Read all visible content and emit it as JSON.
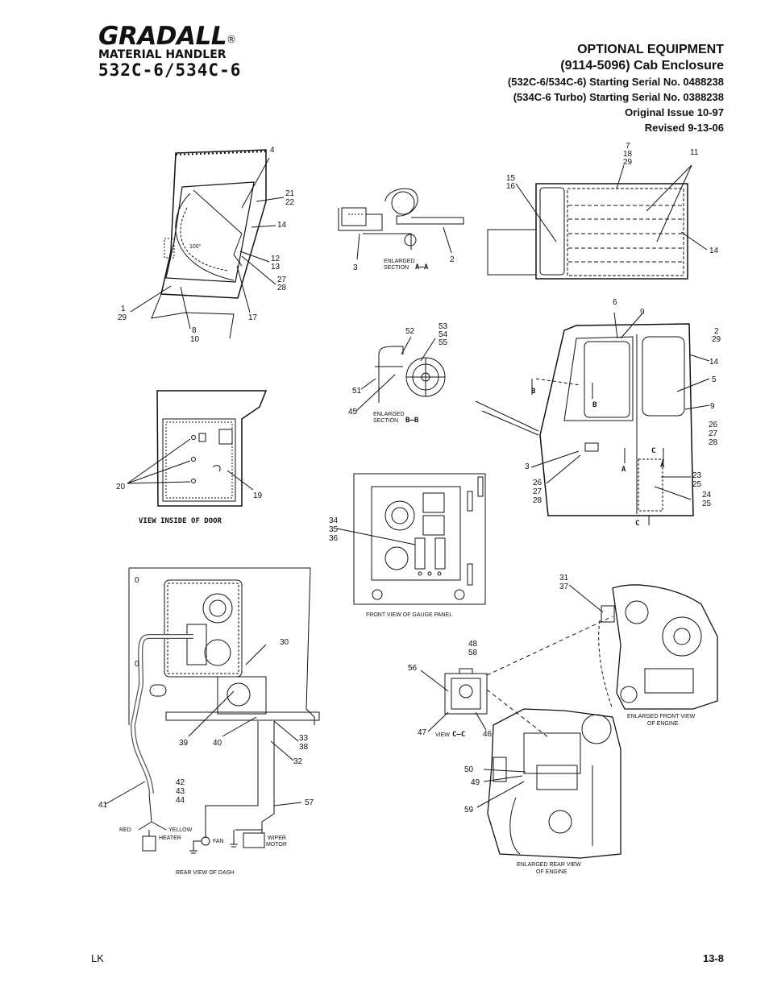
{
  "brand": {
    "logo": "GRADALL",
    "registered": "®",
    "subtitle": "MATERIAL HANDLER",
    "model": "532C-6/534C-6"
  },
  "header": {
    "title": "OPTIONAL EQUIPMENT",
    "subtitle": "(9114-5096) Cab Enclosure",
    "serial_1": "(532C-6/534C-6) Starting Serial No. 0488238",
    "serial_2": "(534C-6 Turbo) Starting Serial No. 0388238",
    "issue": "Original Issue 10-97",
    "revised": "Revised 9-13-06"
  },
  "captions": {
    "view_inside_door": "VIEW INSIDE OF DOOR",
    "enlarged": "ENLARGED",
    "section": "SECTION",
    "section_aa": "A–A",
    "section_bb": "B–B",
    "view": "VIEW",
    "view_cc": "C–C",
    "front_gauge": "FRONT VIEW OF GAUGE PANEL",
    "rear_dash": "REAR VIEW OF DASH",
    "front_engine_1": "ENLARGED FRONT VIEW",
    "front_engine_2": "OF ENGINE",
    "rear_engine_1": "ENLARGED REAR VIEW",
    "rear_engine_2": "OF ENGINE",
    "red": "RED",
    "yellow": "YELLOW",
    "heater": "HEATER",
    "fan": "FAN",
    "wiper_1": "WIPER",
    "wiper_2": "MOTOR",
    "angle": "100°",
    "arrow_a": "A",
    "arrow_b": "B",
    "arrow_c": "C",
    "zero": "0"
  },
  "callouts": {
    "c4": "4",
    "c21": "21",
    "c22": "22",
    "c14a": "14",
    "c12": "12",
    "c13": "13",
    "c27a": "27",
    "c28a": "28",
    "c17": "17",
    "c1a": "1",
    "c29a": "29",
    "c8": "8",
    "c10": "10",
    "c3a": "3",
    "c2a": "2",
    "c15": "15",
    "c16": "16",
    "c7": "7",
    "c18": "18",
    "c29b": "29",
    "c11": "11",
    "c14b": "14",
    "c52": "52",
    "c53": "53",
    "c54": "54",
    "c55": "55",
    "c51": "51",
    "c45": "45",
    "c6": "6",
    "c9a": "9",
    "c2b": "2",
    "c29c": "29",
    "c14c": "14",
    "c5": "5",
    "c9b": "9",
    "c26a": "26",
    "c27b": "27",
    "c28b": "28",
    "c3b": "3",
    "c26b": "26",
    "c27c": "27",
    "c28c": "28",
    "c23": "23",
    "c25a": "25",
    "c24": "24",
    "c25b": "25",
    "c20": "20",
    "c19": "19",
    "c34": "34",
    "c35": "35",
    "c36": "36",
    "c30": "30",
    "c39": "39",
    "c40": "40",
    "c33": "33",
    "c38": "38",
    "c32": "32",
    "c41": "41",
    "c42": "42",
    "c43": "43",
    "c44": "44",
    "c57": "57",
    "c31": "31",
    "c37": "37",
    "c48": "48",
    "c58": "58",
    "c56": "56",
    "c47": "47",
    "c46": "46",
    "c50": "50",
    "c49": "49",
    "c59": "59"
  },
  "footer": {
    "left": "LK",
    "right": "13-8"
  }
}
